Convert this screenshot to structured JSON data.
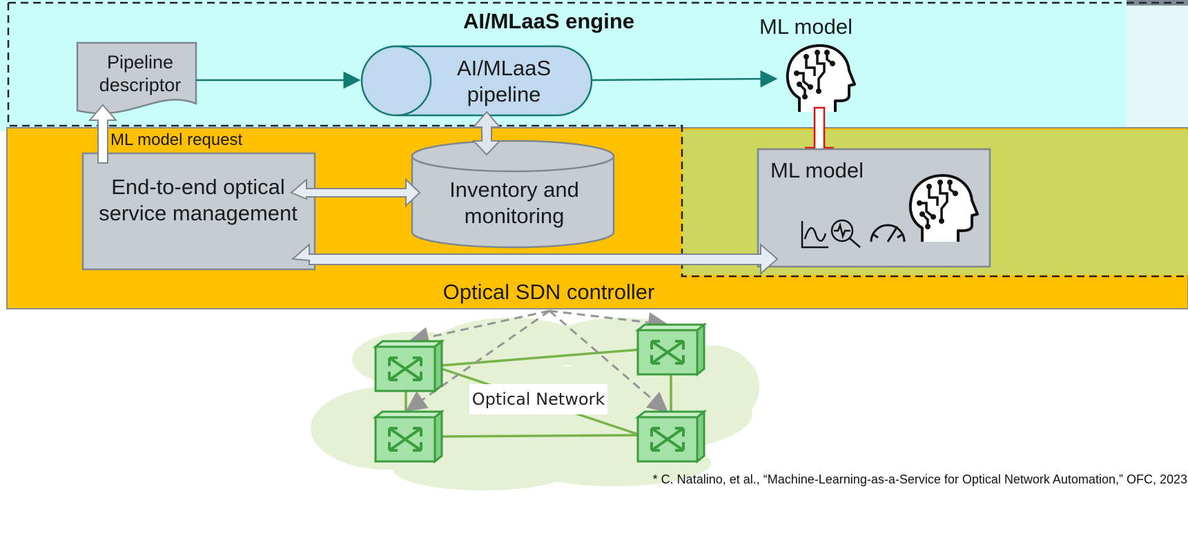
{
  "engine": {
    "title": "AI/MLaaS engine"
  },
  "pipeline_descriptor": {
    "label": "Pipeline descriptor"
  },
  "pipeline": {
    "label": "AI/MLaaS pipeline"
  },
  "ml_model_output": {
    "label": "ML model",
    "icon": "ai-head-icon"
  },
  "ml_model_request": {
    "label": "ML model request"
  },
  "e2e_management": {
    "label": "End-to-end optical service management"
  },
  "inventory": {
    "label": "Inventory and monitoring"
  },
  "ml_model_box": {
    "label": "ML model",
    "icons": [
      "signal-chart-icon",
      "waveform-magnifier-icon",
      "speedometer-icon",
      "ai-head-icon"
    ]
  },
  "sdn": {
    "label": "Optical SDN controller"
  },
  "network": {
    "label": "Optical Network",
    "nodes": [
      "optical-switch-top-left",
      "optical-switch-top-right",
      "optical-switch-bottom-left",
      "optical-switch-bottom-right"
    ]
  },
  "citation": {
    "text": "* C. Natalino, et al., “Machine-Learning-as-a-Service for Optical Network Automation,” OFC, 2023"
  },
  "colors": {
    "engine_bg": "#c9fdf9",
    "sdn_bg": "#ffc000",
    "ml_region_bg": "#cdd65d",
    "box_fill": "#c5cdd3",
    "pipeline_fill": "#c0d9ee",
    "teal_arrow": "#127a73",
    "switch_fill": "#a5e2a7",
    "switch_stroke": "#3a9c3d",
    "cloud": "#e4f1d4",
    "red_arrow": "#e01010"
  }
}
